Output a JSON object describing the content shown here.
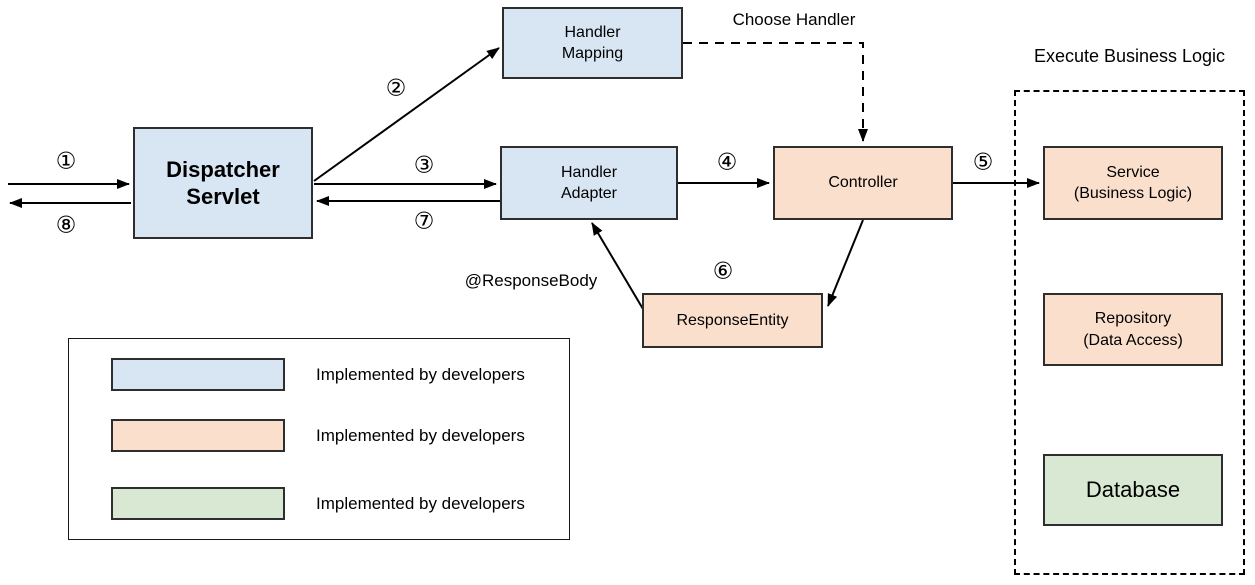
{
  "colors": {
    "blue": "#d8e6f3",
    "peach": "#fadfcc",
    "green": "#d9e8d3",
    "background": "#ffffff"
  },
  "nodes": {
    "dispatcher_servlet": {
      "line1": "Dispatcher",
      "line2": "Servlet"
    },
    "handler_mapping": {
      "line1": "Handler",
      "line2": "Mapping"
    },
    "handler_adapter": {
      "line1": "Handler",
      "line2": "Adapter"
    },
    "controller": {
      "label": "Controller"
    },
    "response_entity": {
      "label": "ResponseEntity"
    },
    "service": {
      "line1": "Service",
      "line2": "(Business Logic)"
    },
    "repository": {
      "line1": "Repository",
      "line2": "(Data Access)"
    },
    "database": {
      "label": "Database"
    }
  },
  "group": {
    "title": "Execute Business Logic"
  },
  "steps": {
    "s1": "①",
    "s2": "②",
    "s3": "③",
    "s4": "④",
    "s5": "⑤",
    "s6": "⑥",
    "s7": "⑦",
    "s8": "⑧"
  },
  "annotations": {
    "choose_handler": "Choose Handler",
    "response_body": "@ResponseBody"
  },
  "legend": {
    "items": [
      {
        "color": "#d8e6f3",
        "label": "Implemented by developers"
      },
      {
        "color": "#fadfcc",
        "label": "Implemented by developers"
      },
      {
        "color": "#d9e8d3",
        "label": "Implemented by developers"
      }
    ]
  }
}
